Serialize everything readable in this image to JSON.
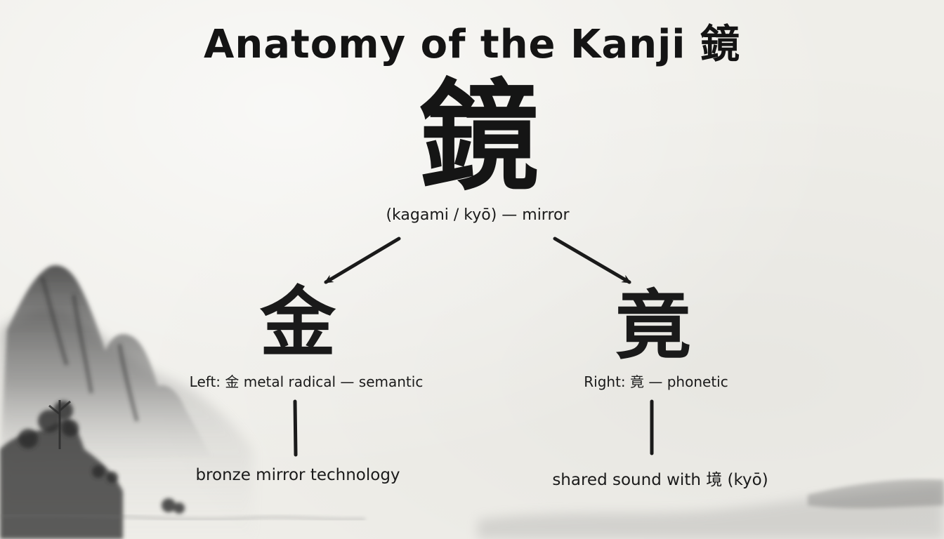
{
  "title": "Anatomy of the Kanji 鏡",
  "main_kanji": {
    "character": "鏡",
    "reading": "(kagami / kyō) — mirror"
  },
  "left_component": {
    "character": "金",
    "label": "Left: 金 metal radical — semantic",
    "meaning": "bronze mirror technology"
  },
  "right_component": {
    "character": "竟",
    "label": "Right: 竟 — phonetic",
    "meaning": "shared sound with 境 (kyō)"
  },
  "colors": {
    "paper": "#efeee9",
    "ink": "#151515"
  }
}
